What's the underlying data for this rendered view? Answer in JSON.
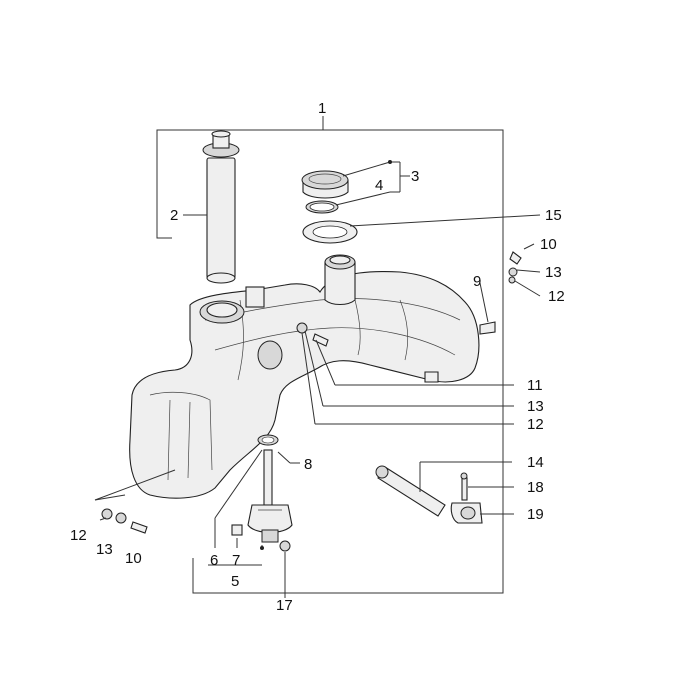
{
  "labels": {
    "l1": "1",
    "l2": "2",
    "l3": "3",
    "l4": "4",
    "l5": "5",
    "l6": "6",
    "l7": "7",
    "l8": "8",
    "l9": "9",
    "l10a": "10",
    "l10b": "10",
    "l11": "11",
    "l12a": "12",
    "l12b": "12",
    "l12c": "12",
    "l13a": "13",
    "l13b": "13",
    "l13c": "13",
    "l14": "14",
    "l15": "15",
    "l17": "17",
    "l18": "18",
    "l19": "19"
  }
}
